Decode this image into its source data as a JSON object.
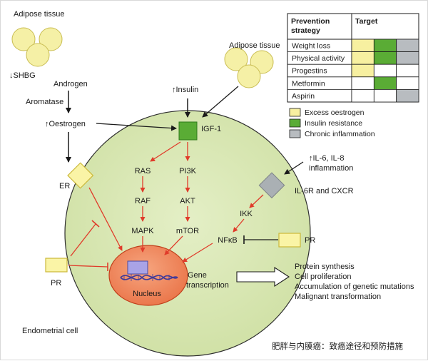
{
  "labels": {
    "adipose_tissue_left": "Adipose tissue",
    "adipose_tissue_right": "Adipose tissue",
    "shbg": "↓SHBG",
    "androgen": "Androgen",
    "aromatase": "Aromatase",
    "oestrogen": "↑Oestrogen",
    "insulin": "↑Insulin",
    "igf1": "IGF-1",
    "il_line1": "↑IL-6, IL-8",
    "il_line2": "inflammation",
    "il6r_cxcr": "IL-6R and CXCR",
    "er": "ER",
    "pr_left": "PR",
    "pr_right": "PR",
    "ras": "RAS",
    "raf": "RAF",
    "mapk": "MAPK",
    "pi3k": "PI3K",
    "akt": "AKT",
    "mtor": "mTOR",
    "ikk": "IKK",
    "nfkb": "NFκB",
    "nucleus": "Nucleus",
    "gene_line1": "Gene",
    "gene_line2": "transcription",
    "endometrial_cell": "Endometrial cell",
    "caption": "肥胖与内膜癌：致癌途径和预防措施"
  },
  "outcomes": [
    "Protein synthesis",
    "Cell proliferation",
    "Accumulation of genetic mutations",
    "Malignant transformation"
  ],
  "table": {
    "header_strategy_1": "Prevention",
    "header_strategy_2": "strategy",
    "header_target": "Target",
    "rows": [
      {
        "name": "Weight loss",
        "targets": [
          true,
          true,
          true
        ]
      },
      {
        "name": "Physical activity",
        "targets": [
          true,
          true,
          true
        ]
      },
      {
        "name": "Progestins",
        "targets": [
          true,
          false,
          false
        ]
      },
      {
        "name": "Metformin",
        "targets": [
          false,
          true,
          false
        ]
      },
      {
        "name": "Aspirin",
        "targets": [
          false,
          false,
          true
        ]
      }
    ]
  },
  "legend": [
    {
      "label": "Excess oestrogen",
      "color": "#f7f0a0"
    },
    {
      "label": "Insulin resistance",
      "color": "#5aac35"
    },
    {
      "label": "Chronic inflammation",
      "color": "#b8bcc0"
    }
  ],
  "colors": {
    "cell_fill": "#d6e6b0",
    "cell_stroke": "#2d2d2d",
    "nucleus_fill": "#ef8a5e",
    "nucleus_stroke": "#c1401c",
    "adipose_fill": "#f5f0a6",
    "receptor_yellow": "#faf4a6",
    "receptor_yellow_stroke": "#cbb83a",
    "igf_green": "#5aac35",
    "receptor_grey": "#aab0b4",
    "arrow_red": "#e03b2a",
    "arrow_black": "#1a1a1a"
  }
}
